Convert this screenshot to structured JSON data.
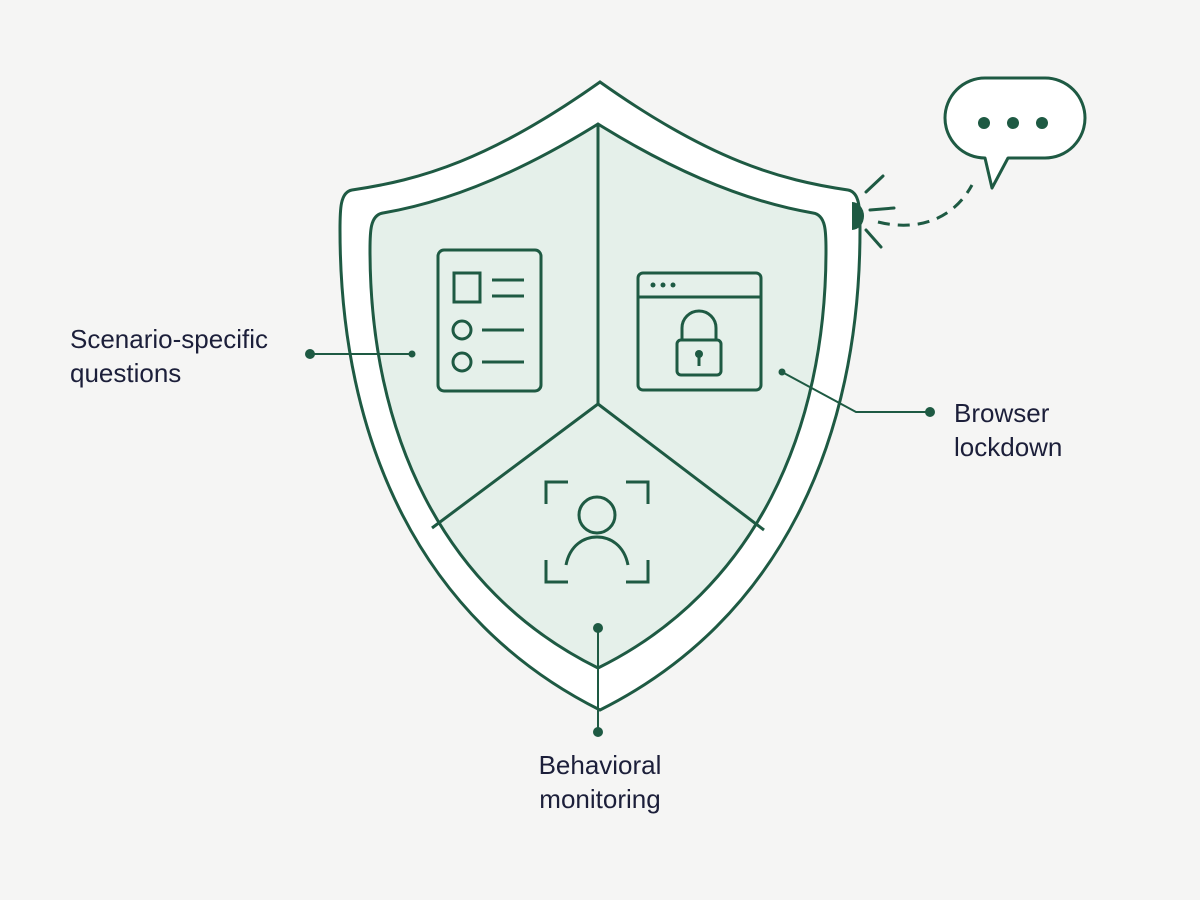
{
  "labels": {
    "left": {
      "line1": "Scenario-specific",
      "line2": "questions"
    },
    "right": {
      "line1": "Browser",
      "line2": "lockdown"
    },
    "bottom": {
      "line1": "Behavioral",
      "line2": "monitoring"
    }
  },
  "icons": {
    "left_segment": "questionnaire-list-icon",
    "right_segment": "browser-lock-icon",
    "bottom_segment": "face-scan-icon",
    "speech": "speech-bubble-ellipsis-icon"
  },
  "colors": {
    "stroke": "#1e5a43",
    "shield_fill": "#ffffff",
    "segment_fill": "#e5f0ea",
    "text": "#1c1f3a",
    "background": "#f5f5f4"
  }
}
